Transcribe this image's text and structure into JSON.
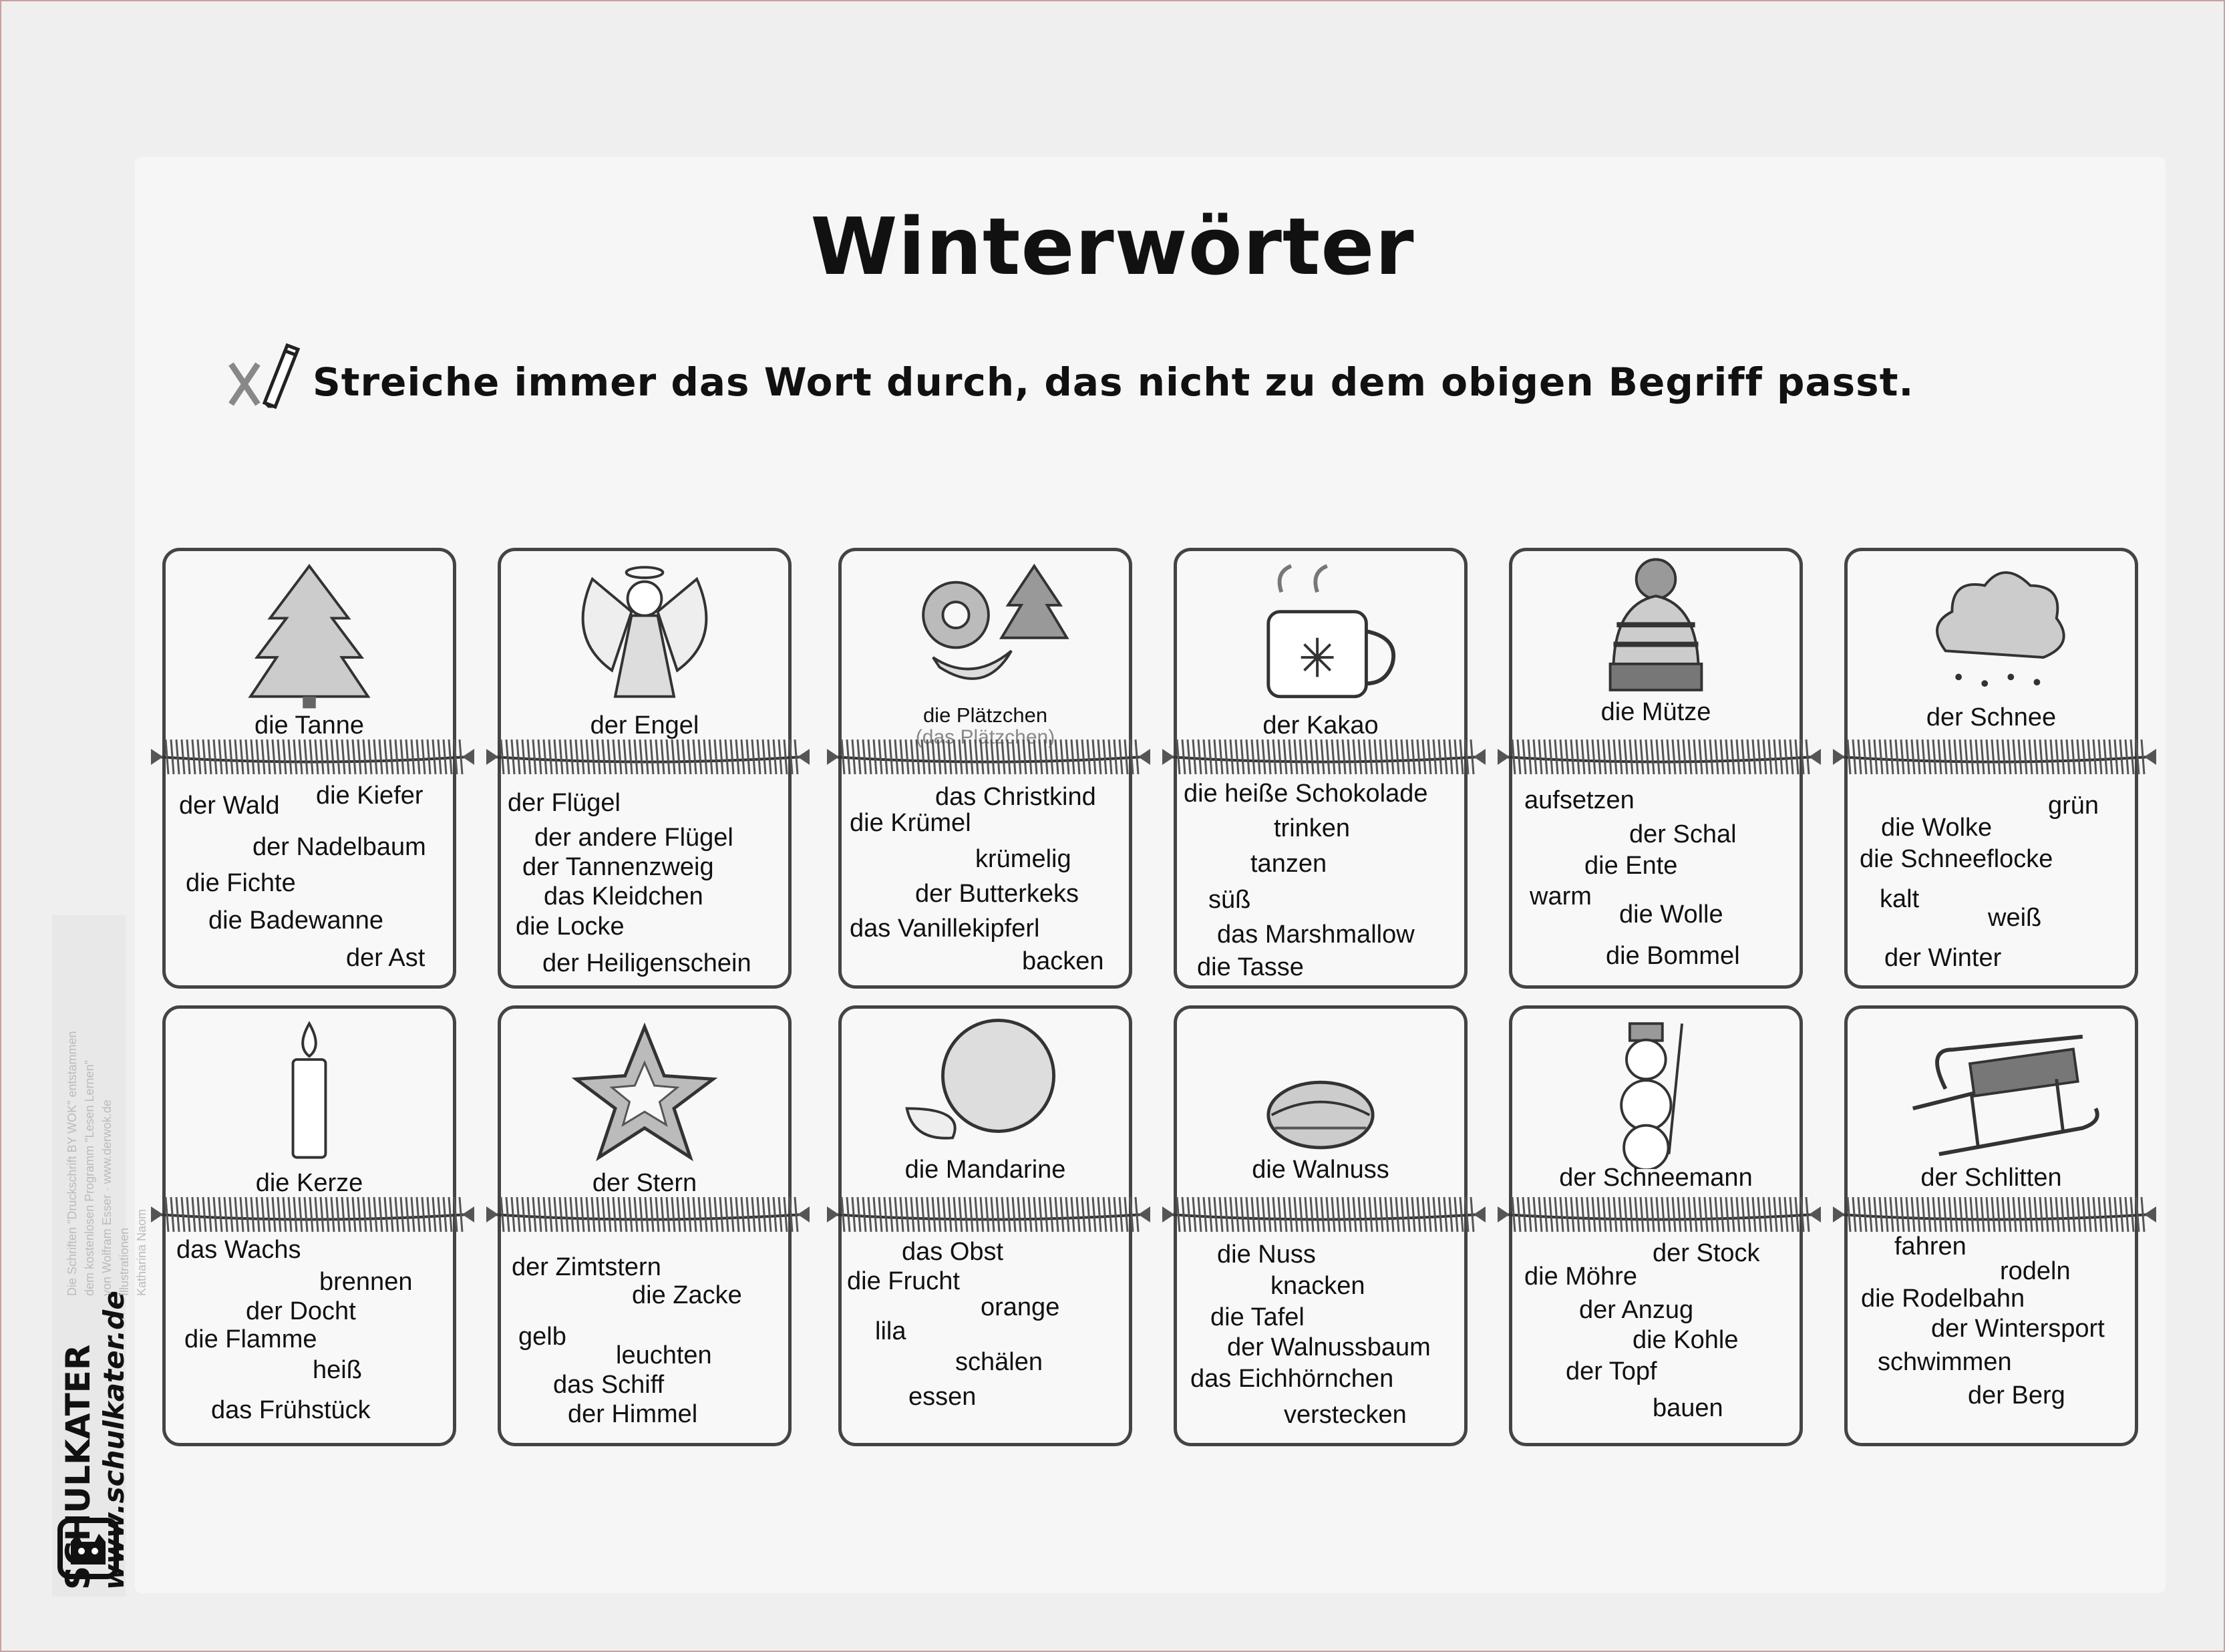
{
  "title": "Winterwörter",
  "instruction": "Streiche immer das Wort durch, das nicht zu dem obigen Begriff passt.",
  "logo": {
    "name": "SCHULKATER",
    "url": "www.schulkater.de"
  },
  "credits": {
    "line1": "Die Schriften \"Druckschrift BY WOK\" entstammen",
    "line2": "dem kostenlosen Programm \"Lesen Lernen\"",
    "line3": "von Wolfram Esser · www.derwok.de",
    "line4": "Illustrationen",
    "line5": "Katharina Naom"
  },
  "cards": [
    {
      "label": "die Tanne",
      "icon": "fir-tree-icon",
      "words": [
        "der Wald",
        "die Kiefer",
        "der Nadelbaum",
        "die Fichte",
        "die Badewanne",
        "der Ast"
      ]
    },
    {
      "label": "der Engel",
      "icon": "angel-icon",
      "words": [
        "der Flügel",
        "der andere Flügel",
        "der Tannenzweig",
        "das Kleidchen",
        "die Locke",
        "der Heiligenschein"
      ]
    },
    {
      "label": "die Plätzchen",
      "sublabel": "(das Plätzchen)",
      "icon": "cookies-icon",
      "words": [
        "das Christkind",
        "die Krümel",
        "krümelig",
        "der Butterkeks",
        "das Vanillekipferl",
        "backen"
      ]
    },
    {
      "label": "der Kakao",
      "icon": "cocoa-mug-icon",
      "words": [
        "die heiße Schokolade",
        "trinken",
        "tanzen",
        "süß",
        "das Marshmallow",
        "die Tasse"
      ]
    },
    {
      "label": "die Mütze",
      "icon": "beanie-hat-icon",
      "words": [
        "aufsetzen",
        "der Schal",
        "die Ente",
        "warm",
        "die Wolle",
        "die Bommel"
      ]
    },
    {
      "label": "der Schnee",
      "icon": "snow-cloud-icon",
      "words": [
        "grün",
        "die Wolke",
        "die Schneeflocke",
        "kalt",
        "weiß",
        "der Winter"
      ]
    },
    {
      "label": "die Kerze",
      "icon": "candle-icon",
      "words": [
        "das Wachs",
        "brennen",
        "der Docht",
        "die Flamme",
        "heiß",
        "das Frühstück"
      ]
    },
    {
      "label": "der Stern",
      "icon": "star-cookie-icon",
      "words": [
        "der Zimtstern",
        "die Zacke",
        "gelb",
        "leuchten",
        "das Schiff",
        "der Himmel"
      ]
    },
    {
      "label": "die Mandarine",
      "icon": "mandarin-icon",
      "words": [
        "das Obst",
        "die Frucht",
        "orange",
        "lila",
        "schälen",
        "essen"
      ]
    },
    {
      "label": "die Walnuss",
      "icon": "walnut-icon",
      "words": [
        "die Nuss",
        "knacken",
        "die Tafel",
        "der Walnussbaum",
        "das Eichhörnchen",
        "verstecken"
      ]
    },
    {
      "label": "der Schneemann",
      "icon": "snowman-icon",
      "words": [
        "der Stock",
        "die Möhre",
        "der Anzug",
        "die Kohle",
        "der Topf",
        "bauen"
      ]
    },
    {
      "label": "der Schlitten",
      "icon": "sled-icon",
      "words": [
        "fahren",
        "rodeln",
        "die Rodelbahn",
        "der Wintersport",
        "schwimmen",
        "der Berg"
      ]
    }
  ]
}
